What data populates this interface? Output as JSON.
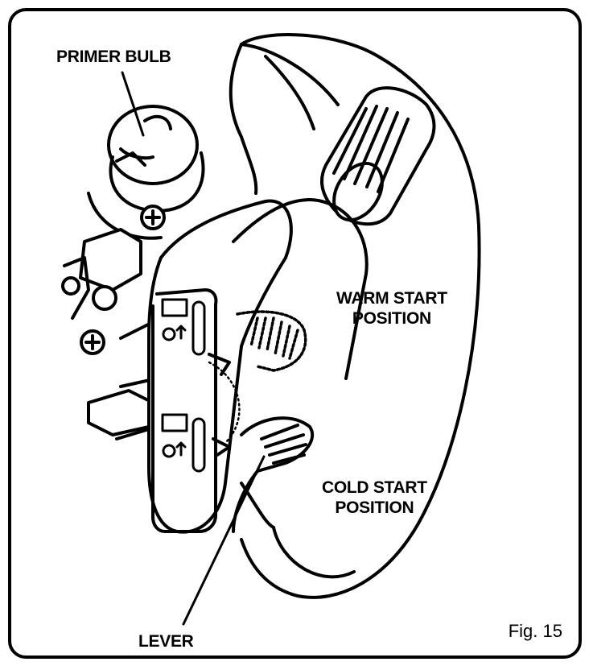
{
  "labels": {
    "primer_bulb": "PRIMER BULB",
    "warm_start": [
      "WARM START",
      "POSITION"
    ],
    "cold_start": [
      "COLD START",
      "POSITION"
    ],
    "lever": "LEVER"
  },
  "figure_number": "Fig. 15"
}
